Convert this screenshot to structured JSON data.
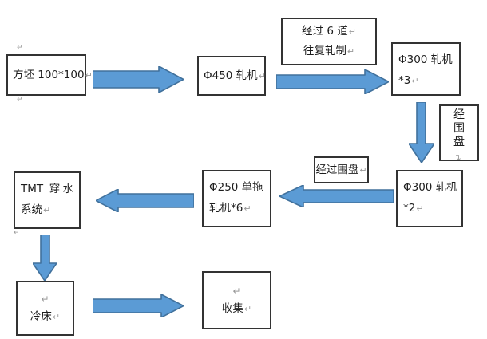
{
  "colors": {
    "arrow_fill": "#5b9bd5",
    "arrow_stroke": "#41719c",
    "box_border": "#333333",
    "text": "#1d1d1d",
    "pilcrow": "#999999"
  },
  "marks": {
    "pilcrow": "↵"
  },
  "flow": {
    "billet": {
      "label": "方坯 100*100"
    },
    "mill450": {
      "label": "Φ450 轧机"
    },
    "passes_note": {
      "line1": "经过 6 道",
      "line2": "往复轧制"
    },
    "mill300a": {
      "line1": "Φ300 轧机",
      "line2": "*3"
    },
    "loop_note_vertical": {
      "label": "经围盘"
    },
    "mill300b": {
      "line1": "Φ300 轧机",
      "line2": "*2"
    },
    "loop_note": {
      "label": "经过围盘"
    },
    "mill250": {
      "line1": "Φ250 单拖",
      "line2": "轧机*6"
    },
    "tmt": {
      "line1": "TMT 穿水",
      "line2": "系统"
    },
    "cooling_bed": {
      "label": "冷床"
    },
    "collect": {
      "label": "收集"
    }
  }
}
